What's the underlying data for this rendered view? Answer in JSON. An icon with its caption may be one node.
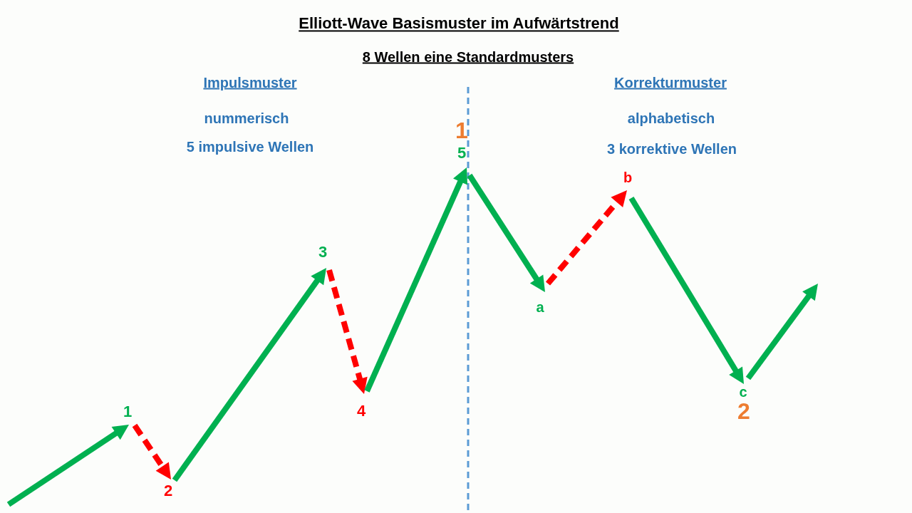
{
  "diagram": {
    "title": "Elliott-Wave Basismuster im Aufwärtstrend",
    "nodes": [
      {
        "text": [
          "1"
        ]
      },
      {
        "text": [
          "2"
        ]
      },
      {
        "text": [
          "3"
        ]
      },
      {
        "text": [
          "4"
        ]
      },
      {
        "text": [
          "5"
        ],
        "beside": [
          "1"
        ]
      },
      {
        "text": [
          "a"
        ]
      },
      {
        "text": [
          "b"
        ]
      },
      {
        "text": [
          "c"
        ],
        "beside": [
          "2"
        ]
      }
    ],
    "edges": [
      {
        "from": null,
        "to": 0,
        "arrow": "to"
      },
      {
        "from": 0,
        "to": 1,
        "arrow": "to",
        "style": "dashed",
        "color": "#ff0000"
      },
      {
        "from": 1,
        "to": 2,
        "arrow": "to"
      },
      {
        "from": 2,
        "to": 3,
        "arrow": "to",
        "style": "dashed",
        "color": "#ff0000"
      },
      {
        "from": 3,
        "to": 4,
        "arrow": "to"
      },
      {
        "from": 4,
        "to": 5,
        "arrow": "to"
      },
      {
        "from": 5,
        "to": 6,
        "arrow": "to",
        "style": "dashed",
        "color": "#ff0000"
      },
      {
        "from": 6,
        "to": 7,
        "arrow": "to"
      },
      {
        "from": 7,
        "to": null,
        "arrow": "to"
      }
    ],
    "labels": [
      "8 Wellen eine Standardmusters",
      "Impulsmuster",
      "Korrekturmuster",
      "nummerisch",
      "alphabetisch",
      "5 impulsive Wellen",
      "3 korrektive Wellen"
    ]
  }
}
